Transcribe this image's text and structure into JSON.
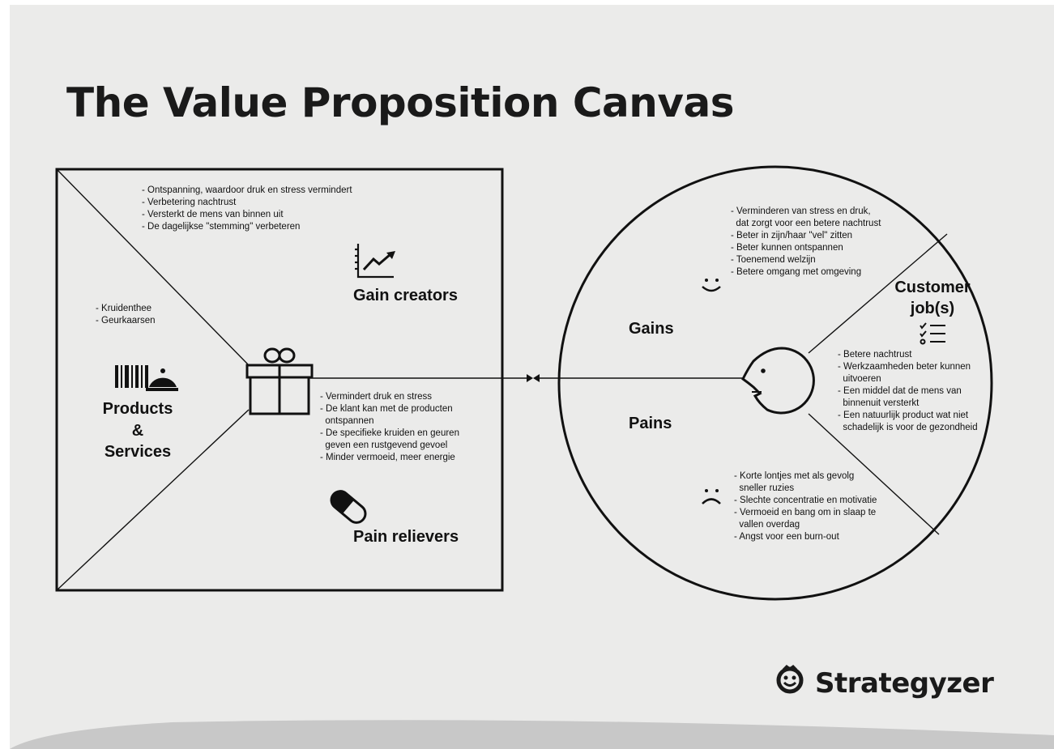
{
  "title": "The Value Proposition Canvas",
  "value_map": {
    "gain_creators": {
      "label": "Gain creators",
      "items": "- Ontspanning, waardoor druk en stress vermindert\n- Verbetering nachtrust\n- Versterkt de mens van binnen uit\n- De dagelijkse \"stemming\" verbeteren",
      "icon": "rising-chart-icon"
    },
    "products_services": {
      "label": "Products\n&\nServices",
      "items": "- Kruidenthee\n- Geurkaarsen",
      "icon": "barcode-cloche-icon"
    },
    "pain_relievers": {
      "label": "Pain relievers",
      "items": "- Vermindert druk en stress\n- De klant kan met de producten\n  ontspannen\n- De specifieke kruiden en geuren\n  geven een rustgevend gevoel\n- Minder vermoeid, meer energie",
      "icon": "pill-icon"
    },
    "center_icon": "gift-icon"
  },
  "customer_profile": {
    "gains": {
      "label": "Gains",
      "items": "- Verminderen van stress en druk,\n  dat zorgt voor een betere nachtrust\n- Beter in zijn/haar \"vel\" zitten\n- Beter kunnen ontspannen\n- Toenemend welzijn\n- Betere omgang met omgeving",
      "icon": "smiley-icon"
    },
    "pains": {
      "label": "Pains",
      "items": "- Korte lontjes met als gevolg\n  sneller ruzies\n- Slechte concentratie en motivatie\n- Vermoeid en bang om in slaap te\n  vallen overdag\n- Angst voor een burn-out",
      "icon": "frown-icon"
    },
    "customer_jobs": {
      "label": "Customer\njob(s)",
      "items": "- Betere nachtrust\n- Werkzaamheden beter kunnen\n  uitvoeren\n- Een middel dat de mens van\n  binnenuit versterkt\n- Een natuurlijk product wat niet\n  schadelijk is voor de gezondheid",
      "icon": "checklist-icon"
    },
    "center_icon": "face-profile-icon"
  },
  "logo": {
    "text": "Strategyzer",
    "icon": "strategyzer-logo-icon"
  },
  "colors": {
    "background": "#ebebea",
    "ink": "#111111",
    "footer_wave": "#c8c8c8"
  }
}
